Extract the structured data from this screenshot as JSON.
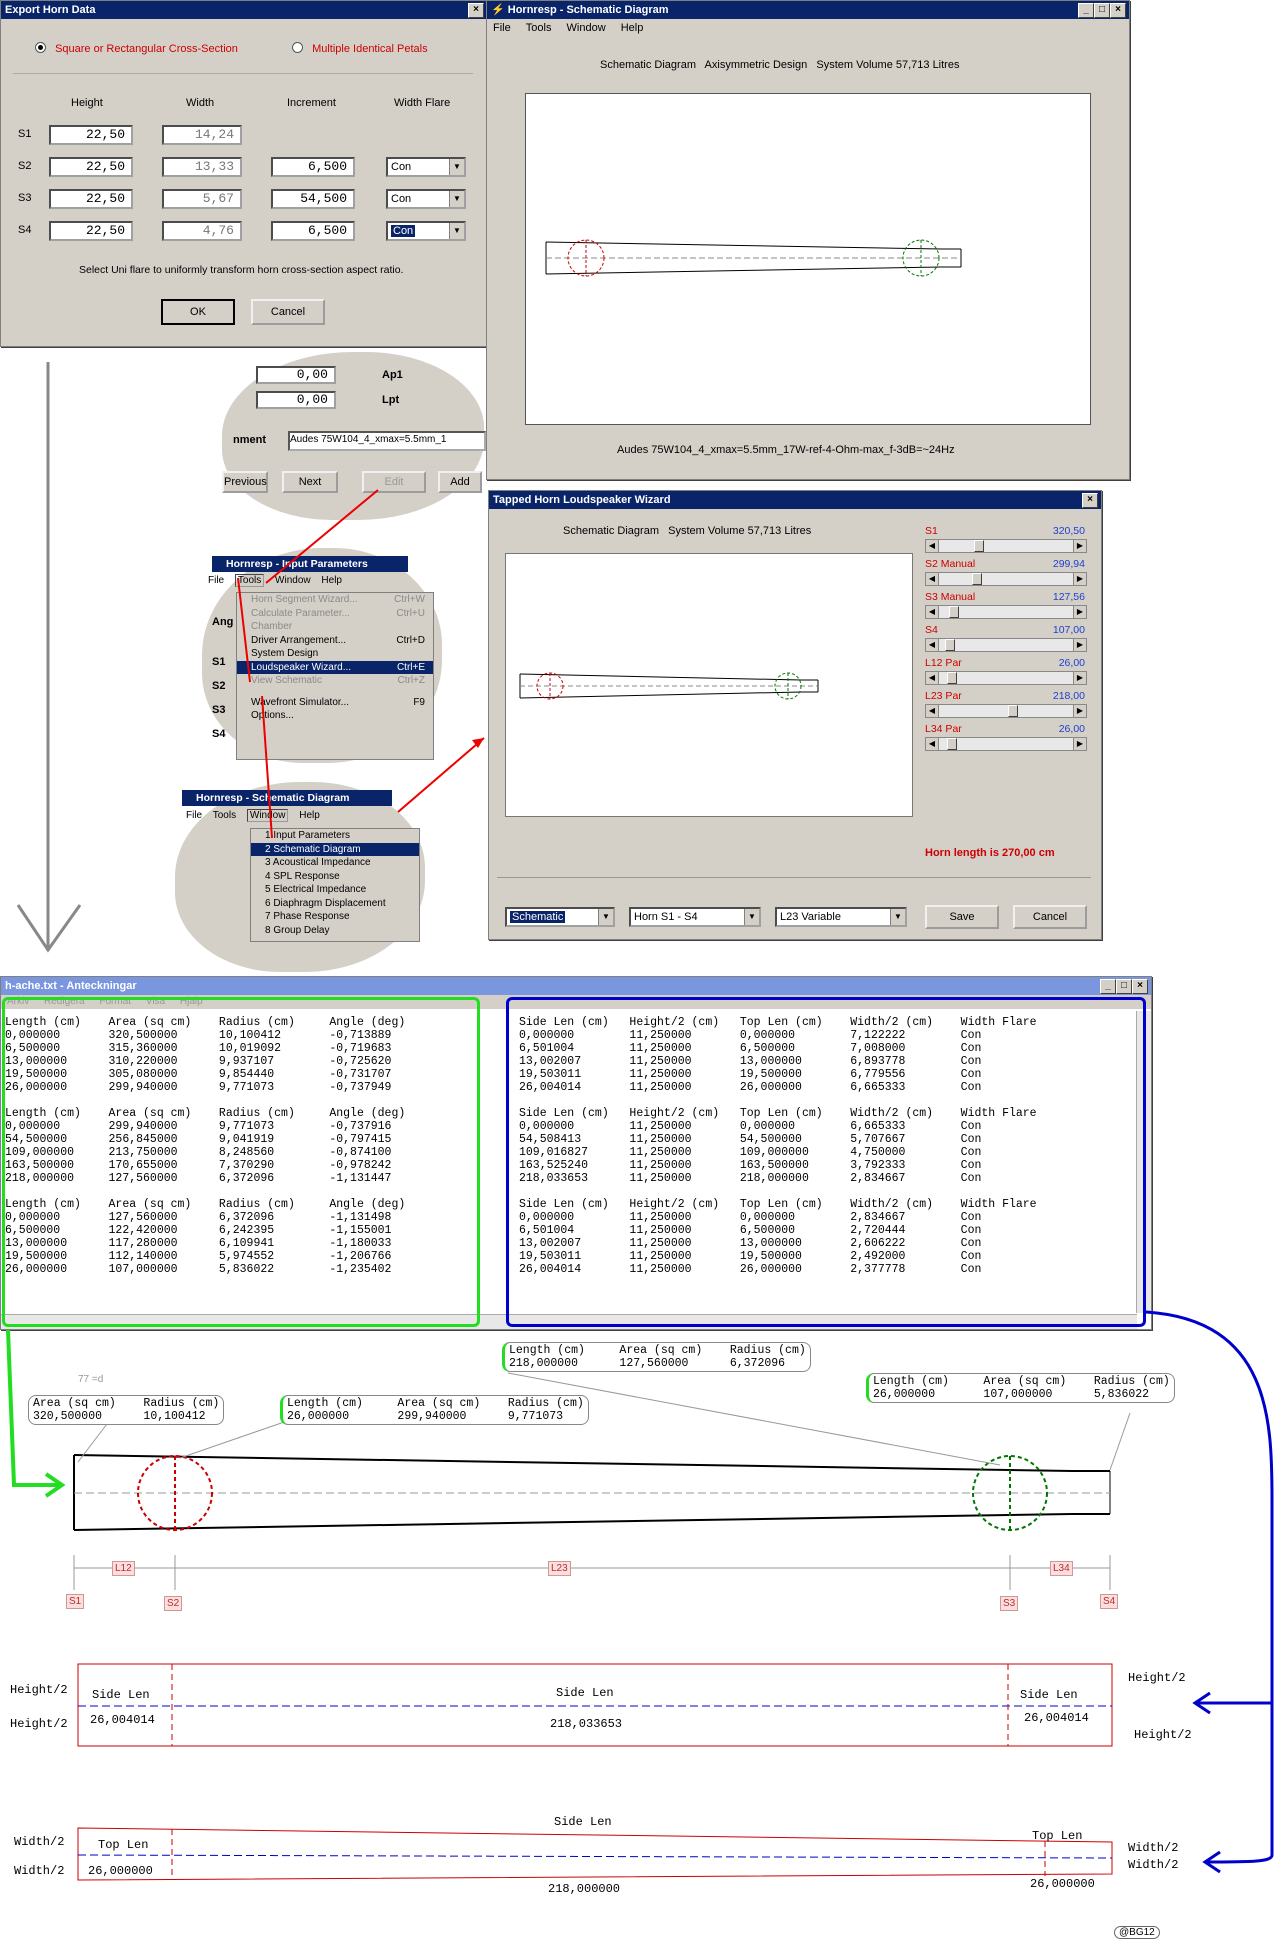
{
  "export_dialog": {
    "title": "Export Horn Data",
    "radio_square": "Square or Rectangular Cross-Section",
    "radio_petals": "Multiple Identical Petals",
    "col_height": "Height",
    "col_width": "Width",
    "col_increment": "Increment",
    "col_width_flare": "Width Flare",
    "rows": [
      {
        "label": "S1",
        "height": "22,50",
        "width": "14,24",
        "increment": "",
        "flare": ""
      },
      {
        "label": "S2",
        "height": "22,50",
        "width": "13,33",
        "increment": "6,500",
        "flare": "Con"
      },
      {
        "label": "S3",
        "height": "22,50",
        "width": "5,67",
        "increment": "54,500",
        "flare": "Con"
      },
      {
        "label": "S4",
        "height": "22,50",
        "width": "4,76",
        "increment": "6,500",
        "flare": "Con"
      }
    ],
    "hint": "Select Uni flare to uniformly transform horn cross-section aspect ratio.",
    "ok": "OK",
    "cancel": "Cancel"
  },
  "schematic_window": {
    "title": "Hornresp - Schematic Diagram",
    "menu": [
      "File",
      "Tools",
      "Window",
      "Help"
    ],
    "header": "Schematic Diagram   Axisymmetric Design   System Volume 57,713 Litres",
    "caption": "Audes 75W104_4_xmax=5.5mm_17W-ref-4-Ohm-max_f-3dB=~24Hz"
  },
  "input_cloud": {
    "values": [
      "0,00",
      "0,00"
    ],
    "labels": [
      "Ap1",
      "Lpt"
    ],
    "comment_label": "nment",
    "comment_value": "Audes 75W104_4_xmax=5.5mm_1",
    "buttons": [
      "Previous",
      "Next",
      "Edit",
      "Add"
    ]
  },
  "tools_menu": {
    "title": "Hornresp - Input Parameters",
    "menu": [
      "File",
      "Tools",
      "Window",
      "Help"
    ],
    "side_labels": [
      "Ang",
      "S1",
      "S2",
      "S3",
      "S4"
    ],
    "items": [
      {
        "label": "Horn Segment Wizard...",
        "shortcut": "Ctrl+W",
        "state": "dis"
      },
      {
        "label": "Calculate Parameter...",
        "shortcut": "Ctrl+U",
        "state": "dis"
      },
      {
        "label": "Chamber",
        "shortcut": "",
        "state": "dis"
      },
      {
        "label": "Driver Arrangement...",
        "shortcut": "Ctrl+D",
        "state": ""
      },
      {
        "label": "System Design",
        "shortcut": "",
        "state": ""
      },
      {
        "label": "Loudspeaker Wizard...",
        "shortcut": "Ctrl+E",
        "state": "hl"
      },
      {
        "label": "View Schematic",
        "shortcut": "Ctrl+Z",
        "state": "dis"
      },
      {
        "label": "Wavefront Simulator...",
        "shortcut": "F9",
        "state": ""
      },
      {
        "label": "Options...",
        "shortcut": "",
        "state": ""
      }
    ]
  },
  "window_menu": {
    "title": "Hornresp - Schematic Diagram",
    "menu": [
      "File",
      "Tools",
      "Window",
      "Help"
    ],
    "items": [
      {
        "label": "1 Input Parameters",
        "state": ""
      },
      {
        "label": "2 Schematic Diagram",
        "state": "hl"
      },
      {
        "label": "3 Acoustical Impedance",
        "state": ""
      },
      {
        "label": "4 SPL Response",
        "state": ""
      },
      {
        "label": "5 Electrical Impedance",
        "state": ""
      },
      {
        "label": "6 Diaphragm Displacement",
        "state": ""
      },
      {
        "label": "7 Phase Response",
        "state": ""
      },
      {
        "label": "8 Group Delay",
        "state": ""
      }
    ]
  },
  "wizard": {
    "title": "Tapped Horn Loudspeaker Wizard",
    "header": "Schematic Diagram   System Volume 57,713 Litres",
    "sliders": [
      {
        "label": "S1",
        "value": "320,50",
        "pos": 0.28
      },
      {
        "label": "S2 Manual",
        "value": "299,94",
        "pos": 0.26
      },
      {
        "label": "S3 Manual",
        "value": "127,56",
        "pos": 0.08
      },
      {
        "label": "S4",
        "value": "107,00",
        "pos": 0.05
      },
      {
        "label": "L12 Par",
        "value": "26,00",
        "pos": 0.06
      },
      {
        "label": "L23 Par",
        "value": "218,00",
        "pos": 0.55
      },
      {
        "label": "L34 Par",
        "value": "26,00",
        "pos": 0.06
      }
    ],
    "horn_length": "Horn length is 270,00 cm",
    "combo1": "Schematic",
    "combo2": "Horn S1 - S4",
    "combo3": "L23 Variable",
    "save": "Save",
    "cancel": "Cancel"
  },
  "notepad": {
    "title": "h-ache.txt - Anteckningar",
    "menu": [
      "Arkiv",
      "Redigera",
      "Format",
      "Visa",
      "Hjälp"
    ],
    "left": "Length (cm)    Area (sq cm)    Radius (cm)     Angle (deg)\n0,000000       320,500000      10,100412       -0,713889\n6,500000       315,360000      10,019092       -0,719683\n13,000000      310,220000      9,937107        -0,725620\n19,500000      305,080000      9,854440        -0,731707\n26,000000      299,940000      9,771073        -0,737949\n\nLength (cm)    Area (sq cm)    Radius (cm)     Angle (deg)\n0,000000       299,940000      9,771073        -0,737916\n54,500000      256,845000      9,041919        -0,797415\n109,000000     213,750000      8,248560        -0,874100\n163,500000     170,655000      7,370290        -0,978242\n218,000000     127,560000      6,372096        -1,131447\n\nLength (cm)    Area (sq cm)    Radius (cm)     Angle (deg)\n0,000000       127,560000      6,372096        -1,131498\n6,500000       122,420000      6,242395        -1,155001\n13,000000      117,280000      6,109941        -1,180033\n19,500000      112,140000      5,974552        -1,206766\n26,000000      107,000000      5,836022        -1,235402",
    "right": "Side Len (cm)   Height/2 (cm)   Top Len (cm)    Width/2 (cm)    Width Flare\n0,000000        11,250000       0,000000        7,122222        Con\n6,501004        11,250000       6,500000        7,008000        Con\n13,002007       11,250000       13,000000       6,893778        Con\n19,503011       11,250000       19,500000       6,779556        Con\n26,004014       11,250000       26,000000       6,665333        Con\n\nSide Len (cm)   Height/2 (cm)   Top Len (cm)    Width/2 (cm)    Width Flare\n0,000000        11,250000       0,000000        6,665333        Con\n54,508413       11,250000       54,500000       5,707667        Con\n109,016827      11,250000       109,000000      4,750000        Con\n163,525240      11,250000       163,500000      3,792333        Con\n218,033653      11,250000       218,000000      2,834667        Con\n\nSide Len (cm)   Height/2 (cm)   Top Len (cm)    Width/2 (cm)    Width Flare\n0,000000        11,250000       0,000000        2,834667        Con\n6,501004        11,250000       6,500000        2,720444        Con\n13,002007       11,250000       13,000000       2,606222        Con\n19,503011       11,250000       19,500000       2,492000        Con\n26,004014       11,250000       26,000000       2,377778        Con"
  },
  "annotations": {
    "small": "77 =d",
    "box1": "Area (sq cm)    Radius (cm)\n320,500000      10,100412",
    "box2": "Length (cm)     Area (sq cm)    Radius (cm)\n26,000000       299,940000      9,771073",
    "box3": "Length (cm)     Area (sq cm)    Radius (cm)\n218,000000      127,560000      6,372096",
    "box4": "Length (cm)     Area (sq cm)    Radius (cm)\n26,000000       107,000000      5,836022",
    "dims": [
      "L12",
      "L23",
      "L34"
    ],
    "stations": [
      "S1",
      "S2",
      "S3",
      "S4"
    ],
    "side_view": {
      "height_label": "Height/2",
      "side_len": "Side Len",
      "left_val": "26,004014",
      "mid_val": "218,033653",
      "right_val": "26,004014"
    },
    "top_view": {
      "width_label": "Width/2",
      "side_len": "Side Len",
      "top_len": "Top Len",
      "left_val": "26,000000",
      "mid_val": "218,000000",
      "right_val": "26,000000"
    },
    "signature": "@BG12"
  },
  "colors": {
    "green": "#22dd22",
    "blue": "#0000cc",
    "red": "#dd0000",
    "titlebar": "#0a246a"
  }
}
